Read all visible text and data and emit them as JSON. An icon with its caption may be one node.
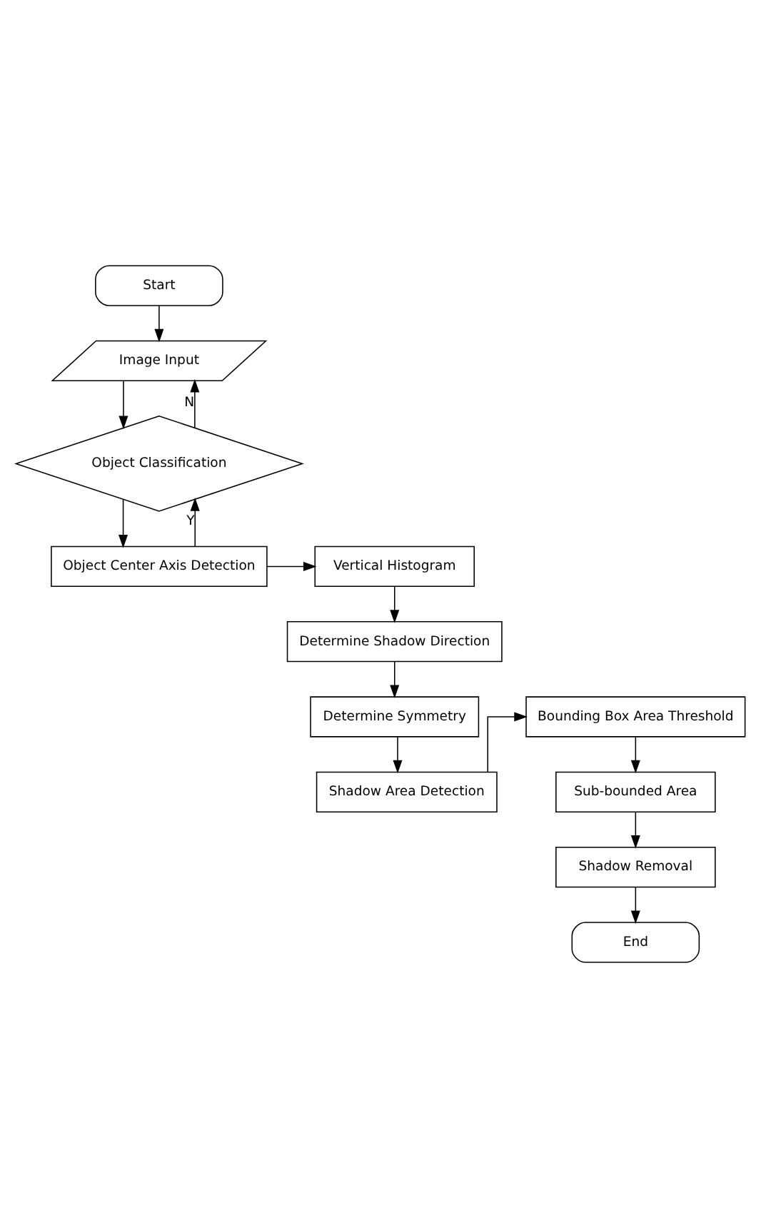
{
  "diagram": {
    "nodes": [
      {
        "text": [
          "Start"
        ]
      },
      {
        "text": [
          "Image Input"
        ]
      },
      {
        "text": [
          "Object Classification"
        ]
      },
      {
        "text": [
          "Object Center Axis Detection"
        ]
      },
      {
        "text": [
          "Vertical Histogram"
        ]
      },
      {
        "text": [
          "Determine Shadow Direction"
        ]
      },
      {
        "text": [
          "Determine Symmetry"
        ]
      },
      {
        "text": [
          "Shadow Area Detection"
        ]
      },
      {
        "text": [
          "Bounding Box Area Threshold"
        ]
      },
      {
        "text": [
          "Sub-bounded Area"
        ]
      },
      {
        "text": [
          "Shadow Removal"
        ]
      },
      {
        "text": [
          "End"
        ]
      }
    ],
    "edges": [
      {
        "from": 0,
        "to": 1,
        "arrow": "to"
      },
      {
        "from": 1,
        "to": 2,
        "arrow": "to"
      },
      {
        "from": 2,
        "to": 1,
        "arrow": "to",
        "label": "N"
      },
      {
        "from": 2,
        "to": 3,
        "arrow": "to"
      },
      {
        "from": 3,
        "to": 2,
        "arrow": "to",
        "label": "Y"
      },
      {
        "from": 3,
        "to": 4,
        "arrow": "to"
      },
      {
        "from": 4,
        "to": 5,
        "arrow": "to"
      },
      {
        "from": 5,
        "to": 6,
        "arrow": "to"
      },
      {
        "from": 6,
        "to": 7,
        "arrow": "to"
      },
      {
        "from": 7,
        "to": 8,
        "arrow": "to"
      },
      {
        "from": 8,
        "to": 9,
        "arrow": "to"
      },
      {
        "from": 9,
        "to": 10,
        "arrow": "to"
      },
      {
        "from": 10,
        "to": 11,
        "arrow": "to"
      }
    ]
  }
}
